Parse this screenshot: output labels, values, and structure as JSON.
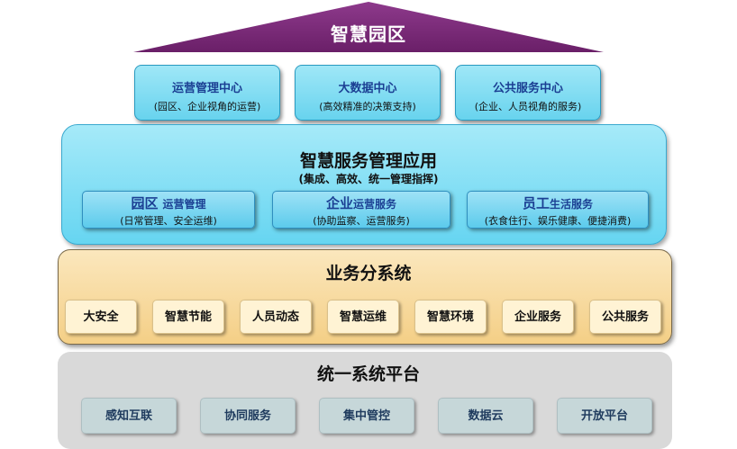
{
  "roof": {
    "title": "智慧园区",
    "color": "#7a2a79"
  },
  "centers": [
    {
      "title": "运营管理中心",
      "desc": "(园区、企业视角的运营)"
    },
    {
      "title": "大数据中心",
      "desc": "(高效精准的决策支持)"
    },
    {
      "title": "公共服务中心",
      "desc": "(企业、人员视角的服务)"
    }
  ],
  "mgmt": {
    "title": "智慧服务管理应用",
    "subtitle": "(集成、高效、统一管理指挥)",
    "items": [
      {
        "big": "园区",
        "small": "运营管理",
        "desc": "(日常管理、安全运维)"
      },
      {
        "big": "企业",
        "small": "运营服务",
        "desc": "(协助监察、运营服务)"
      },
      {
        "big": "员工",
        "small": "生活服务",
        "desc": "(衣食住行、娱乐健康、便捷消费)"
      }
    ]
  },
  "business": {
    "title": "业务分系统",
    "items": [
      "大安全",
      "智慧节能",
      "人员动态",
      "智慧运维",
      "智慧环境",
      "企业服务",
      "公共服务"
    ]
  },
  "platform": {
    "title": "统一系统平台",
    "items": [
      "感知互联",
      "协同服务",
      "集中管控",
      "数据云",
      "开放平台"
    ]
  }
}
